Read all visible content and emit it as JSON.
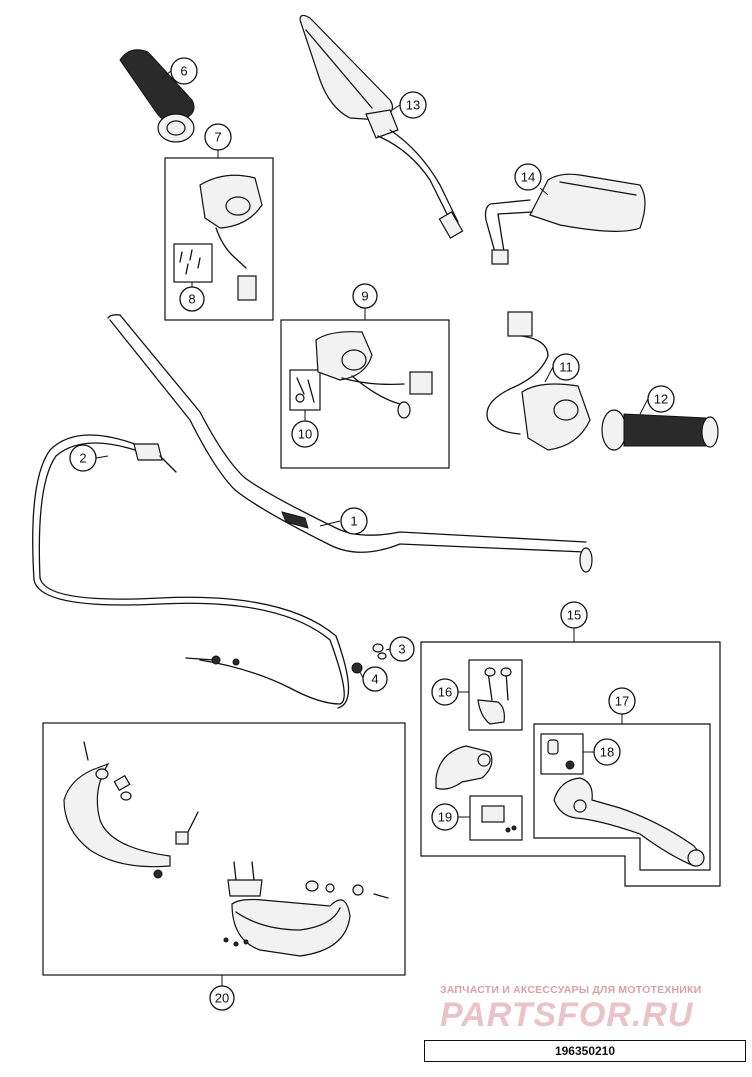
{
  "diagram": {
    "callouts": [
      {
        "n": "1"
      },
      {
        "n": "2"
      },
      {
        "n": "3"
      },
      {
        "n": "4"
      },
      {
        "n": "6"
      },
      {
        "n": "7"
      },
      {
        "n": "8"
      },
      {
        "n": "9"
      },
      {
        "n": "10"
      },
      {
        "n": "11"
      },
      {
        "n": "12"
      },
      {
        "n": "13"
      },
      {
        "n": "14"
      },
      {
        "n": "15"
      },
      {
        "n": "16"
      },
      {
        "n": "17"
      },
      {
        "n": "18"
      },
      {
        "n": "19"
      },
      {
        "n": "20"
      }
    ]
  },
  "watermark": {
    "line1": "ЗАПЧАСТИ И АКСЕССУАРЫ ДЛЯ МОТОТЕХНИКИ",
    "line2": "PARTSFOR.RU",
    "color": "#d9a1a6"
  },
  "footer": {
    "doc_id": "196350210"
  }
}
